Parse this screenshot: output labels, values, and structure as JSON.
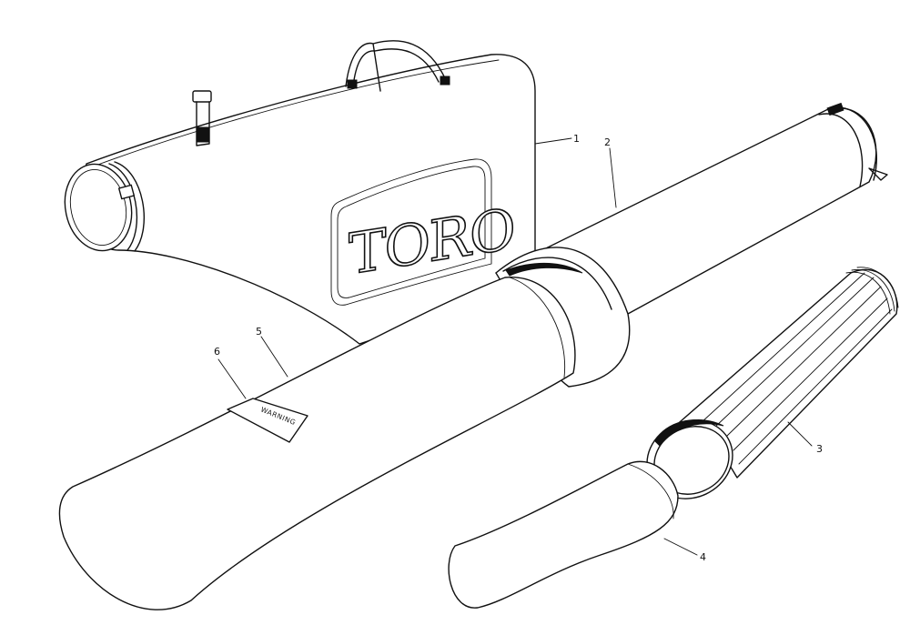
{
  "logo_text": "TORO",
  "decal_text": "WARNING",
  "callouts": [
    "1",
    "2",
    "3",
    "4",
    "5",
    "6"
  ]
}
